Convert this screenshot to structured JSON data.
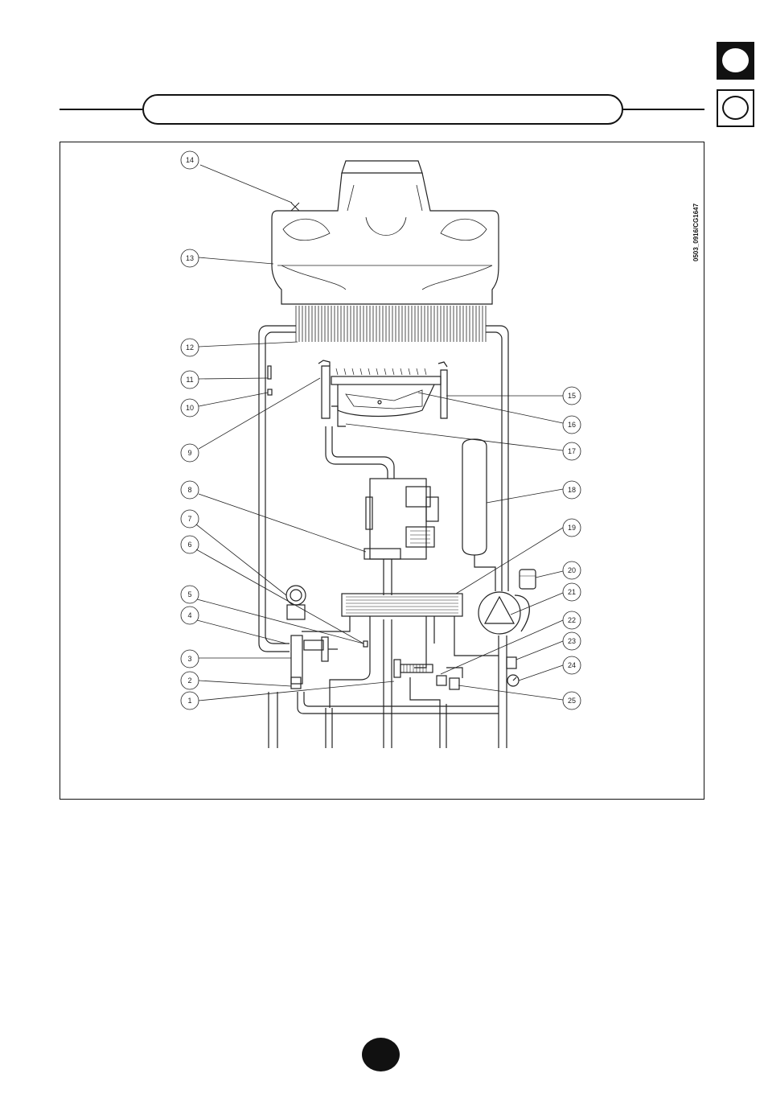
{
  "header": {
    "title": "",
    "language_tabs": [
      {
        "style": "filled"
      },
      {
        "style": "outline"
      }
    ]
  },
  "figure": {
    "reference_code": "0503_0916/CG1647",
    "callouts": [
      "1",
      "2",
      "3",
      "4",
      "5",
      "6",
      "7",
      "8",
      "9",
      "10",
      "11",
      "12",
      "13",
      "14",
      "15",
      "16",
      "17",
      "18",
      "19",
      "20",
      "21",
      "22",
      "23",
      "24",
      "25"
    ]
  },
  "footer": {
    "page_number": ""
  },
  "colors": {
    "ink": "#111111",
    "paper": "#ffffff"
  }
}
